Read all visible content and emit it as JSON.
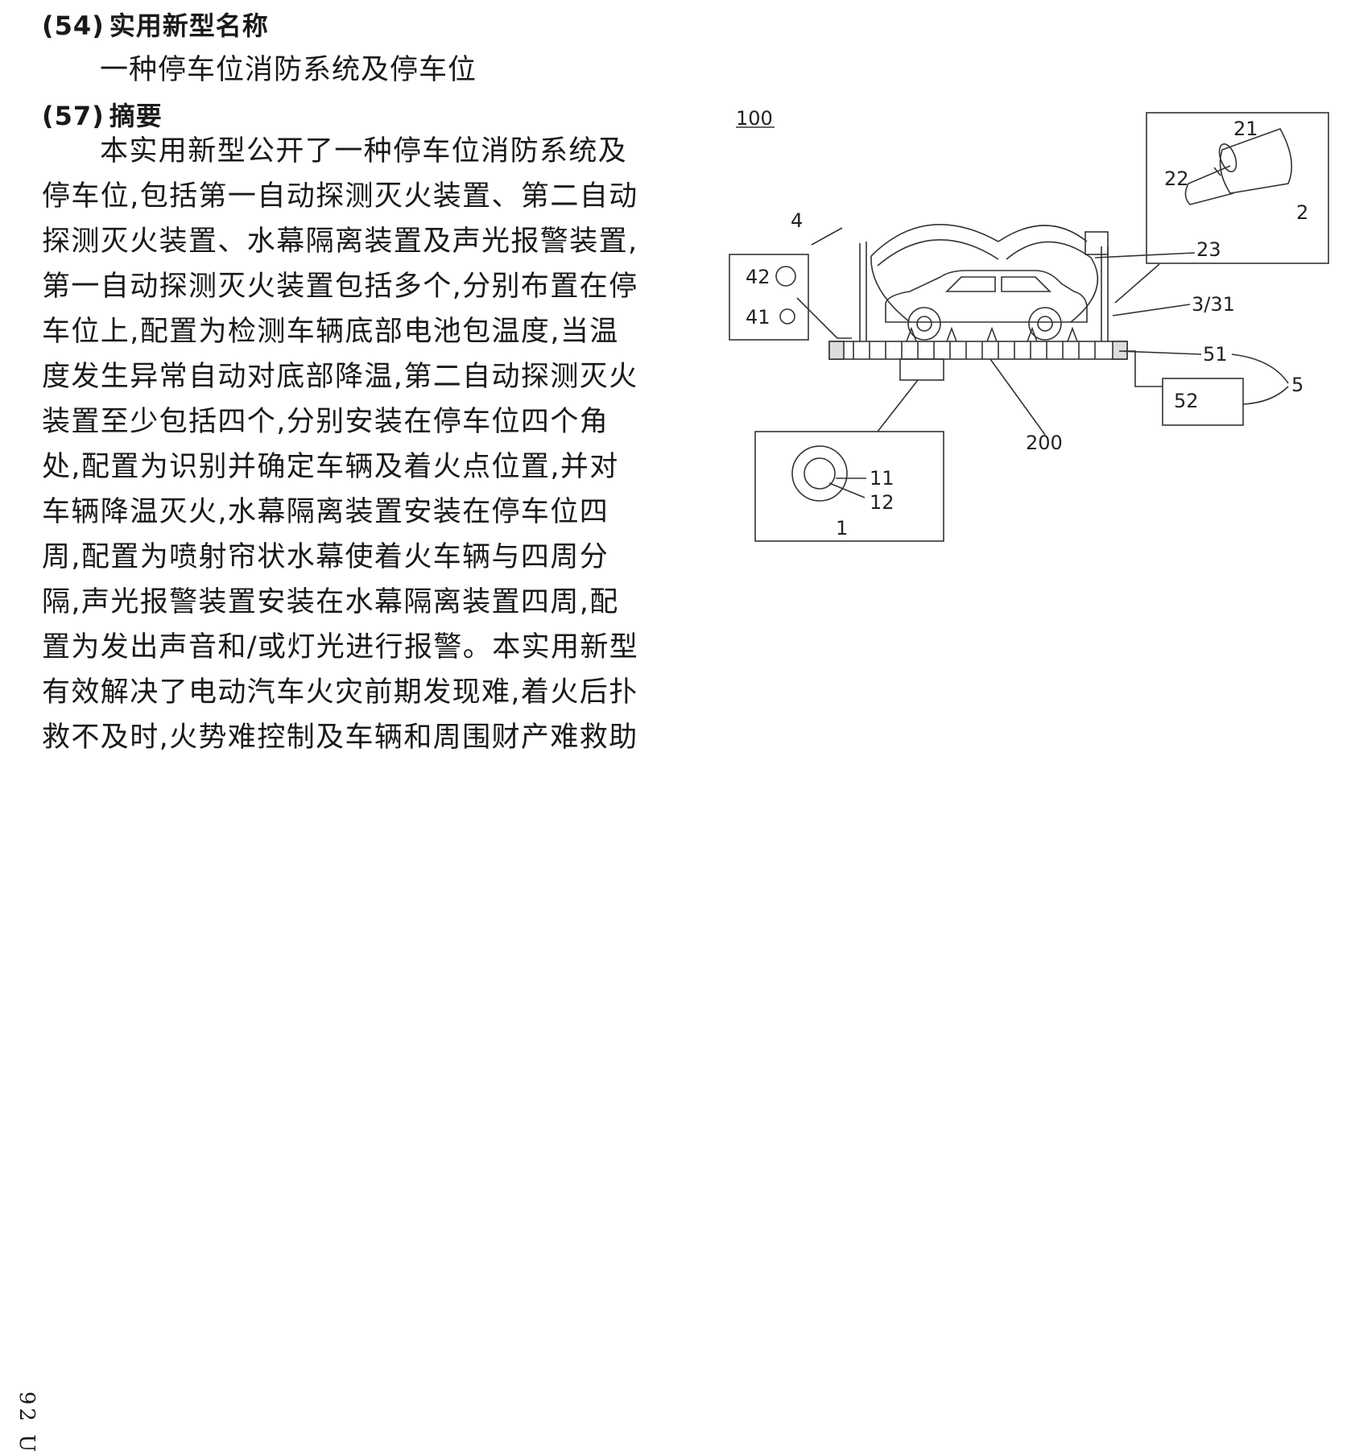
{
  "sections": {
    "s54": {
      "num": "(54)",
      "heading": "实用新型名称"
    },
    "title": "一种停车位消防系统及停车位",
    "s57": {
      "num": "(57)",
      "heading": "摘要"
    }
  },
  "abstract_lines": [
    "本实用新型公开了一种停车位消防系统及",
    "停车位,包括第一自动探测灭火装置、第二自动",
    "探测灭火装置、水幕隔离装置及声光报警装置,",
    "第一自动探测灭火装置包括多个,分别布置在停",
    "车位上,配置为检测车辆底部电池包温度,当温",
    "度发生异常自动对底部降温,第二自动探测灭火",
    "装置至少包括四个,分别安装在停车位四个角",
    "处,配置为识别并确定车辆及着火点位置,并对",
    "车辆降温灭火,水幕隔离装置安装在停车位四",
    "周,配置为喷射帘状水幕使着火车辆与四周分",
    "隔,声光报警装置安装在水幕隔离装置四周,配",
    "置为发出声音和/或灯光进行报警。本实用新型",
    "有效解决了电动汽车火灾前期发现难,着火后扑",
    "救不及时,火势难控制及车辆和周围财产难救助"
  ],
  "side_code": "92 U",
  "figure": {
    "labels": {
      "fig": "100",
      "l4": "4",
      "l42": "42",
      "l41": "41",
      "l21": "21",
      "l22": "22",
      "l2": "2",
      "l23": "23",
      "l331": "3/31",
      "l51": "51",
      "l5": "5",
      "l52": "52",
      "l200": "200",
      "l11": "11",
      "l12": "12",
      "l1": "1"
    }
  }
}
